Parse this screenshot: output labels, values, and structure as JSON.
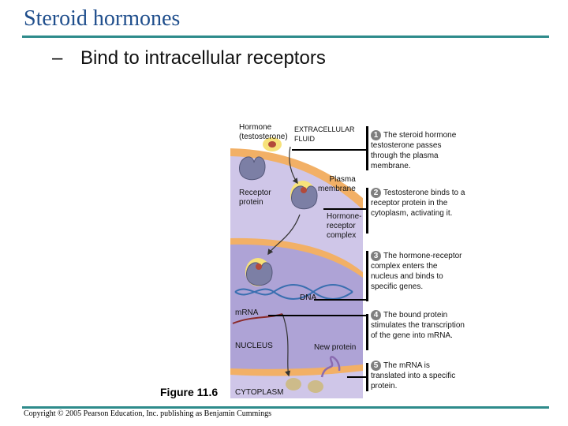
{
  "slide": {
    "title": "Steroid hormones",
    "bullet_dash": "–",
    "bullet": "Bind to intracellular receptors",
    "figure_caption": "Figure 11.6",
    "copyright": "Copyright © 2005 Pearson Education, Inc. publishing as Benjamin Cummings"
  },
  "diagram": {
    "labels": {
      "hormone": "Hormone\n(testosterone)",
      "extracellular": "EXTRACELLULAR\nFLUID",
      "plasma_membrane": "Plasma\nmembrane",
      "receptor_protein": "Receptor\nprotein",
      "hormone_receptor_complex": "Hormone-\nreceptor\ncomplex",
      "dna": "DNA",
      "mrna": "mRNA",
      "nucleus": "NUCLEUS",
      "new_protein": "New protein",
      "cytoplasm": "CYTOPLASM"
    },
    "steps": [
      {
        "number": "1",
        "text": "The steroid hormone testosterone passes through the plasma membrane."
      },
      {
        "number": "2",
        "text": "Testosterone binds to a receptor protein in the cytoplasm, activating it."
      },
      {
        "number": "3",
        "text": "The hormone-receptor complex enters the nucleus and binds to specific genes."
      },
      {
        "number": "4",
        "text": "The bound protein stimulates the transcription of the gene into mRNA."
      },
      {
        "number": "5",
        "text": "The mRNA is translated into a specific protein."
      }
    ],
    "colors": {
      "title": "#1f4e8c",
      "rule": "#2e8b8b",
      "cytoplasm": "#cfc6e8",
      "nucleus": "#aea3d6",
      "membrane": "#f2b066",
      "hormone_glow": "#f7e27a",
      "receptor": "#7c7fa5",
      "hormone": "#b34a3a",
      "marker": "#000000"
    }
  }
}
